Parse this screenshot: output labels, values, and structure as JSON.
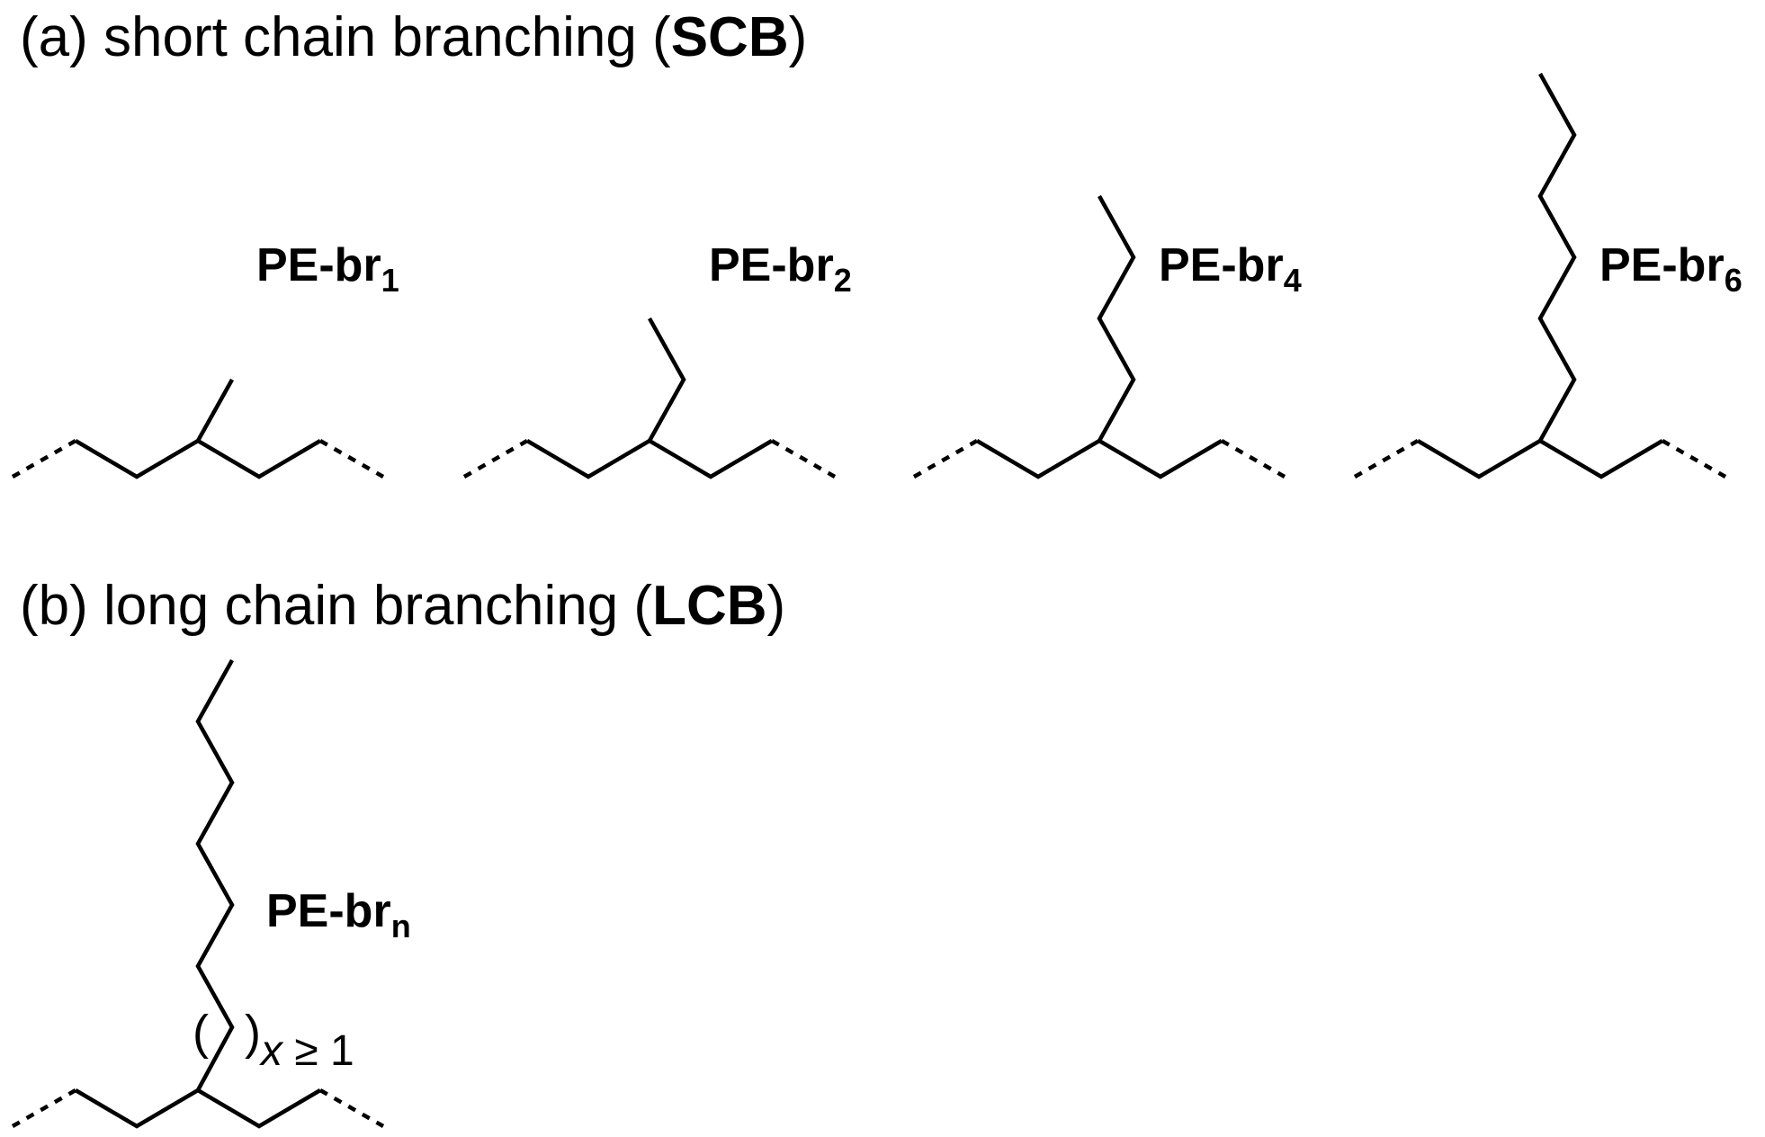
{
  "section_a": {
    "prefix": "(a) short chain branching (",
    "abbr": "SCB",
    "suffix": ")"
  },
  "section_b": {
    "prefix": "(b) long chain branching (",
    "abbr": "LCB",
    "suffix": ")"
  },
  "molecules": [
    {
      "base": "PE-br",
      "sub": "1",
      "branch_length": 1
    },
    {
      "base": "PE-br",
      "sub": "2",
      "branch_length": 2
    },
    {
      "base": "PE-br",
      "sub": "4",
      "branch_length": 4
    },
    {
      "base": "PE-br",
      "sub": "6",
      "branch_length": 6
    }
  ],
  "long_chain": {
    "base": "PE-br",
    "sub": "n",
    "open_paren": "(",
    "close_paren": ")",
    "repeat_var": "x",
    "repeat_cond": " ≥ 1"
  }
}
